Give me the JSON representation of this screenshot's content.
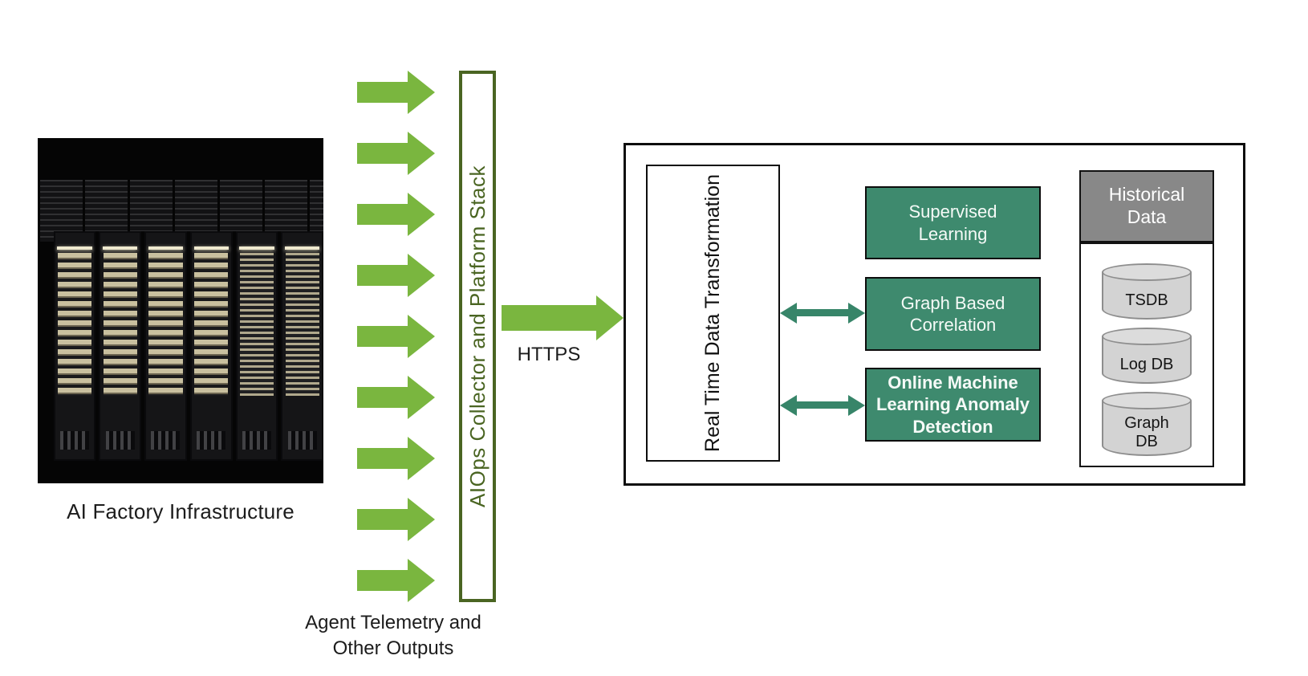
{
  "colors": {
    "lime": "#7ab63f",
    "olive": "#4a6522",
    "teal": "#3e8a6e",
    "teal_arrow": "#378569",
    "gray_header": "#888888",
    "cylinder_fill": "#d3d3d3",
    "cylinder_border": "#8e8e8e"
  },
  "infrastructure": {
    "caption": "AI Factory Infrastructure"
  },
  "telemetry": {
    "label": "Agent Telemetry and Other Outputs",
    "arrow_count": 9
  },
  "collector": {
    "label": "AIOps Collector and Platform Stack"
  },
  "https_link": {
    "label": "HTTPS"
  },
  "platform": {
    "transformation": {
      "label": "Real Time Data Transformation"
    },
    "modules": [
      {
        "label": "Supervised Learning"
      },
      {
        "label": "Graph Based Correlation"
      },
      {
        "label": "Online Machine Learning Anomaly Detection"
      }
    ],
    "historical": {
      "header": "Historical Data",
      "databases": [
        "TSDB",
        "Log DB",
        "Graph DB"
      ]
    }
  }
}
